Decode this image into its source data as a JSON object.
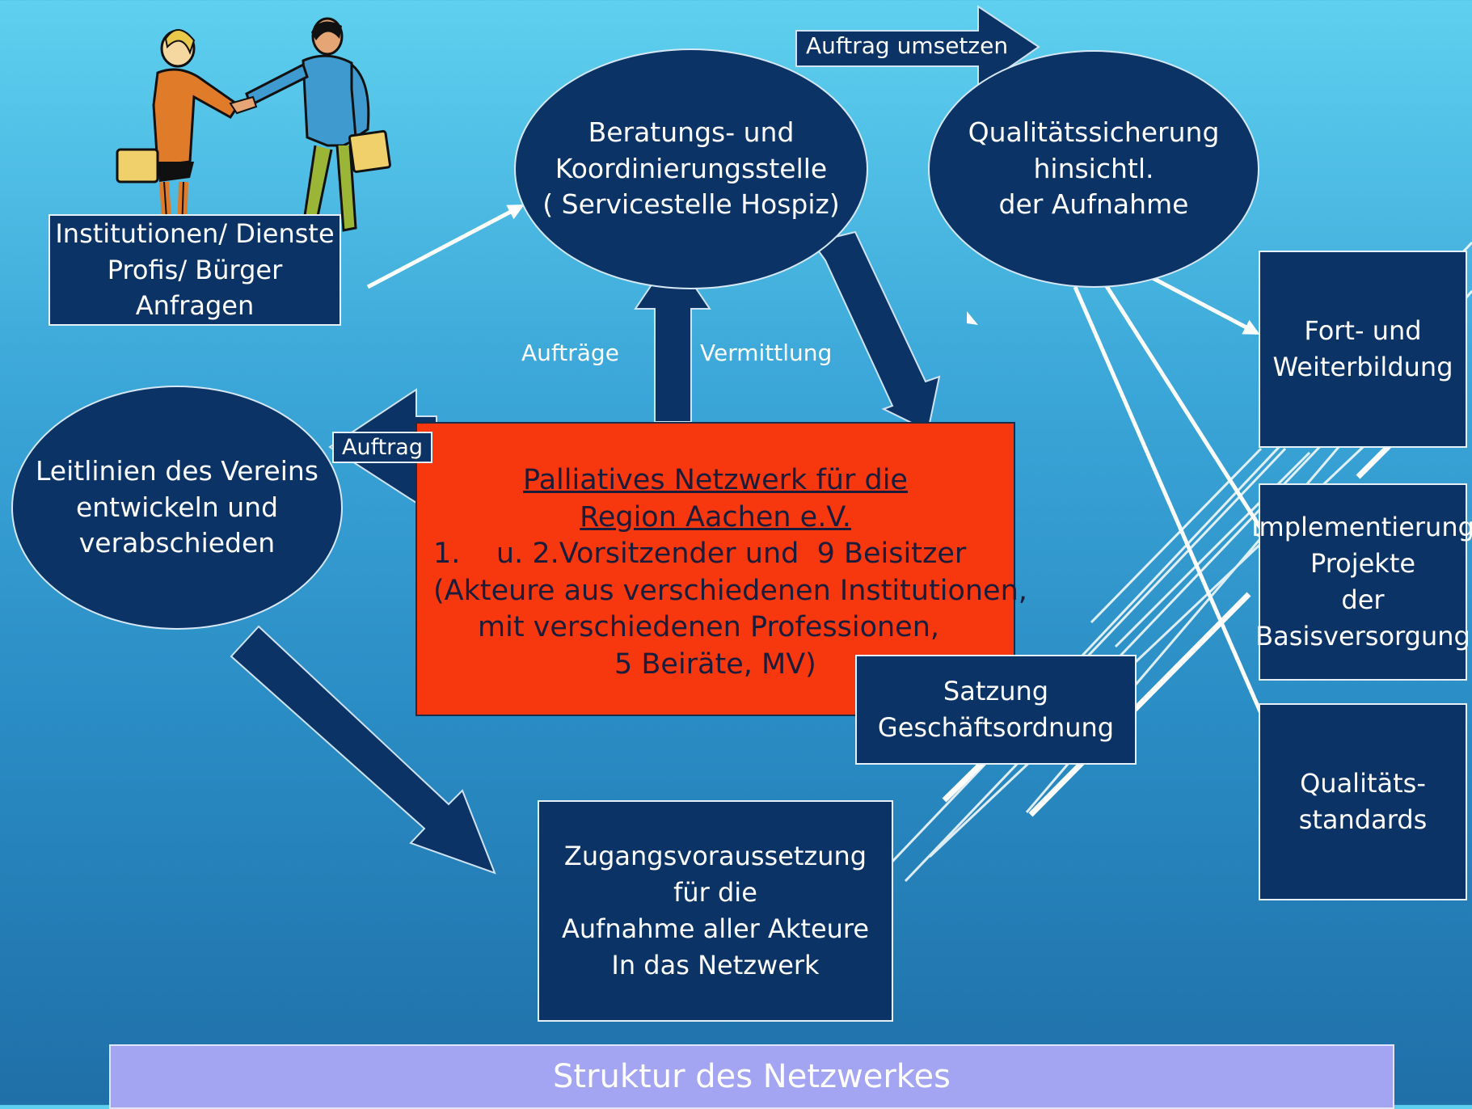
{
  "nodes": {
    "requests": "Institutionen/ Dienste\nProfis/ Bürger\nAnfragen",
    "coordination": "Beratungs- und\nKoordinierungsstelle\n( Servicestelle Hospiz)",
    "quality_assurance": "Qualitätssicherung\nhinsichtl.\nder Aufnahme",
    "guidelines": "Leitlinien des Vereins\nentwickeln und\nverabschieden",
    "training": "Fort- und\nWeiterbildung",
    "implementation": "Implementierung\nProjekte\nder\nBasisversorgung",
    "standards": "Qualitäts-\nstandards",
    "statutes": "Satzung\nGeschäftsordnung",
    "access": "Zugangsvoraussetzung\nfür die\nAufnahme aller Akteure\nIn das Netzwerk"
  },
  "center": {
    "title_line1": "Palliatives Netzwerk für die",
    "title_line2": "Region  Aachen e.V.",
    "line3": "1.    u. 2.Vorsitzender und  9 Beisitzer",
    "line4": "(Akteure aus verschiedenen Institutionen,",
    "line5": "mit verschiedenen Professionen,",
    "line6": "5 Beiräte, MV)"
  },
  "labels": {
    "auftrag_umsetzen": "Auftrag umsetzen",
    "auftraege": "Aufträge",
    "vermittlung": "Vermittlung",
    "auftrag": "Auftrag"
  },
  "footer": "Struktur des Netzwerkes",
  "colors": {
    "navy": "#0b3366",
    "center_red": "#f7380e",
    "footer_lavender": "#a3a4f2",
    "background_top": "#5fd0ef",
    "background_bottom": "#1f6fa8"
  }
}
